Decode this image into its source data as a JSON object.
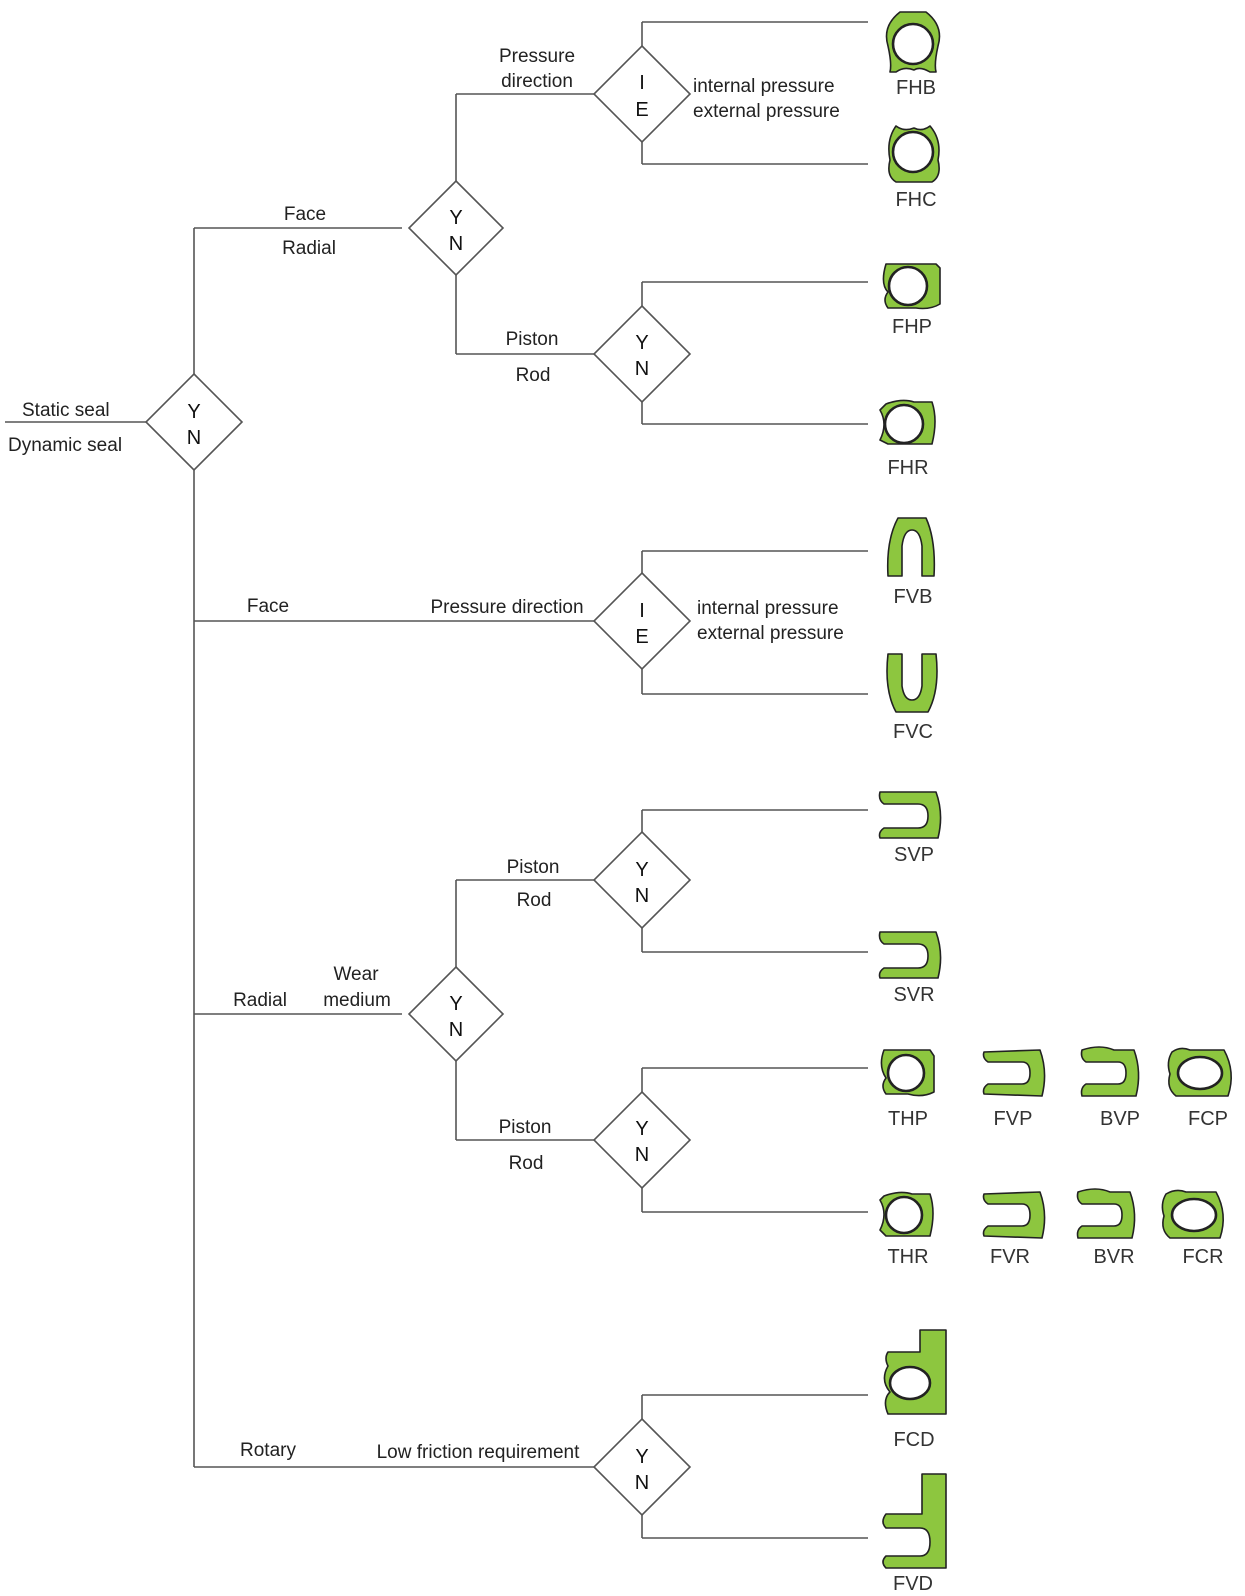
{
  "colors": {
    "seal_green": "#8dc63f",
    "line": "#555555",
    "text": "#222222"
  },
  "root": {
    "top_label": "Static seal",
    "bottom_label": "Dynamic seal",
    "y": "Y",
    "n": "N"
  },
  "static_branch": {
    "top_label": "Face",
    "bottom_label": "Radial",
    "y": "Y",
    "n": "N",
    "face": {
      "label_line1": "Pressure",
      "label_line2": "direction",
      "i": "I",
      "e": "E",
      "option1": "internal pressure",
      "option2": "external pressure",
      "seals": [
        "FHB",
        "FHC"
      ]
    },
    "radial": {
      "top_label": "Piston",
      "bottom_label": "Rod",
      "y": "Y",
      "n": "N",
      "seals": [
        "FHP",
        "FHR"
      ]
    }
  },
  "dynamic_face": {
    "branch_label": "Face",
    "criterion": "Pressure direction",
    "i": "I",
    "e": "E",
    "option1": "internal pressure",
    "option2": "external pressure",
    "seals": [
      "FVB",
      "FVC"
    ]
  },
  "dynamic_radial": {
    "branch_label": "Radial",
    "criterion_line1": "Wear",
    "criterion_line2": "medium",
    "y": "Y",
    "n": "N",
    "upper": {
      "top_label": "Piston",
      "bottom_label": "Rod",
      "y": "Y",
      "n": "N",
      "seals": [
        "SVP",
        "SVR"
      ]
    },
    "lower": {
      "top_label": "Piston",
      "bottom_label": "Rod",
      "y": "Y",
      "n": "N",
      "piston_seals": [
        "THP",
        "FVP",
        "BVP",
        "FCP"
      ],
      "rod_seals": [
        "THR",
        "FVR",
        "BVR",
        "FCR"
      ]
    }
  },
  "dynamic_rotary": {
    "branch_label": "Rotary",
    "criterion": "Low friction requirement",
    "y": "Y",
    "n": "N",
    "seals": [
      "FCD",
      "FVD"
    ]
  }
}
